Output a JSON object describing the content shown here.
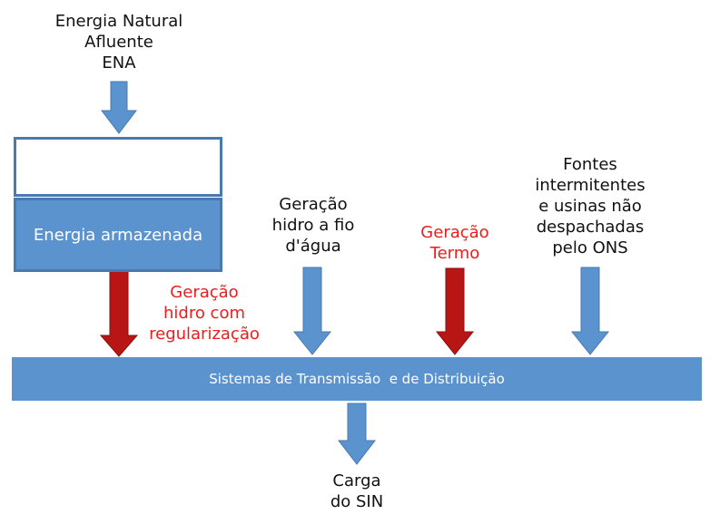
{
  "nodes": {
    "ena": "Energia Natural\nAfluente\nENA",
    "stored_energy": "Energia armazenada",
    "hydro_regulated": "Geração\nhidro com\nregularização",
    "run_of_river": "Geração\nhidro a fio\nd'água",
    "thermal": "Geração\nTermo",
    "intermittent": "Fontes\nintermitentes\ne usinas não\ndespachadas\npelo ONS",
    "transmission": "Sistemas de Transmissão  e de Distribuição",
    "load": "Carga\ndo SIN"
  },
  "colors": {
    "blue": "#5b93cf",
    "blue_border": "#4a79b0",
    "red_arrow": "#b81515",
    "red_text": "#ee1c1c"
  }
}
